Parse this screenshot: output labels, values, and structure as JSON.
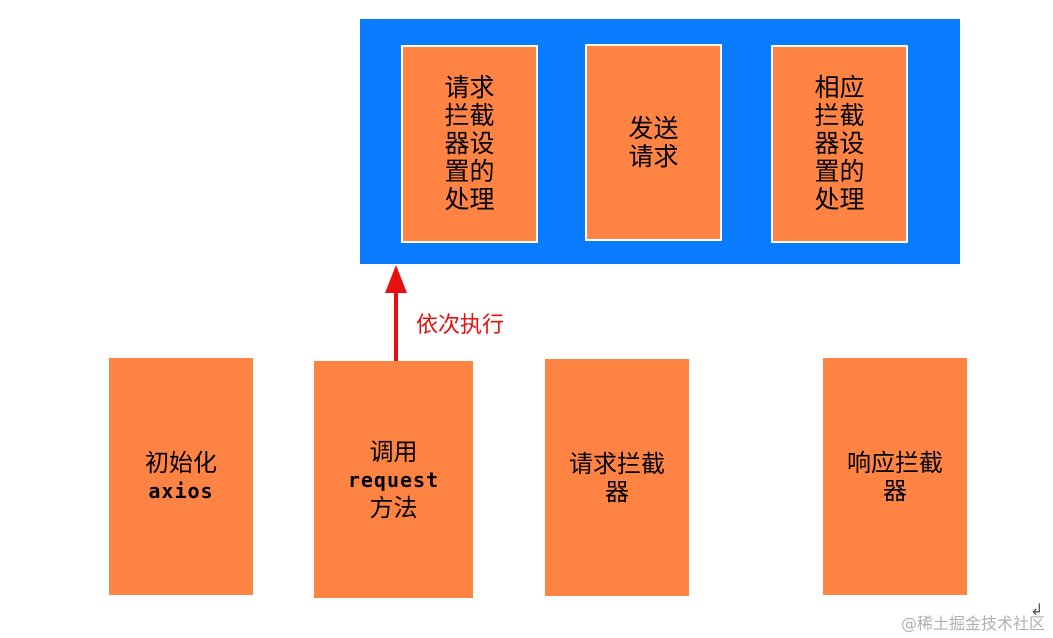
{
  "interceptor_group": {
    "items": [
      {
        "label": "请求拦截器设置的处理"
      },
      {
        "label": "发送请求"
      },
      {
        "label": "相应拦截器设置的处理"
      }
    ]
  },
  "arrow": {
    "label": "依次执行",
    "color": "#e8100f"
  },
  "steps": [
    {
      "line1": "初始化",
      "line2": "axios"
    },
    {
      "line1": "调用",
      "line2": "request",
      "line3": "方法"
    },
    {
      "label": "请求拦截器"
    },
    {
      "label": "响应拦截器"
    }
  ],
  "colors": {
    "container": "#0a7cff",
    "box": "#ff8444",
    "arrow": "#e8100f"
  },
  "watermark": "@稀土掘金技术社区",
  "corner_glyph": "↲"
}
